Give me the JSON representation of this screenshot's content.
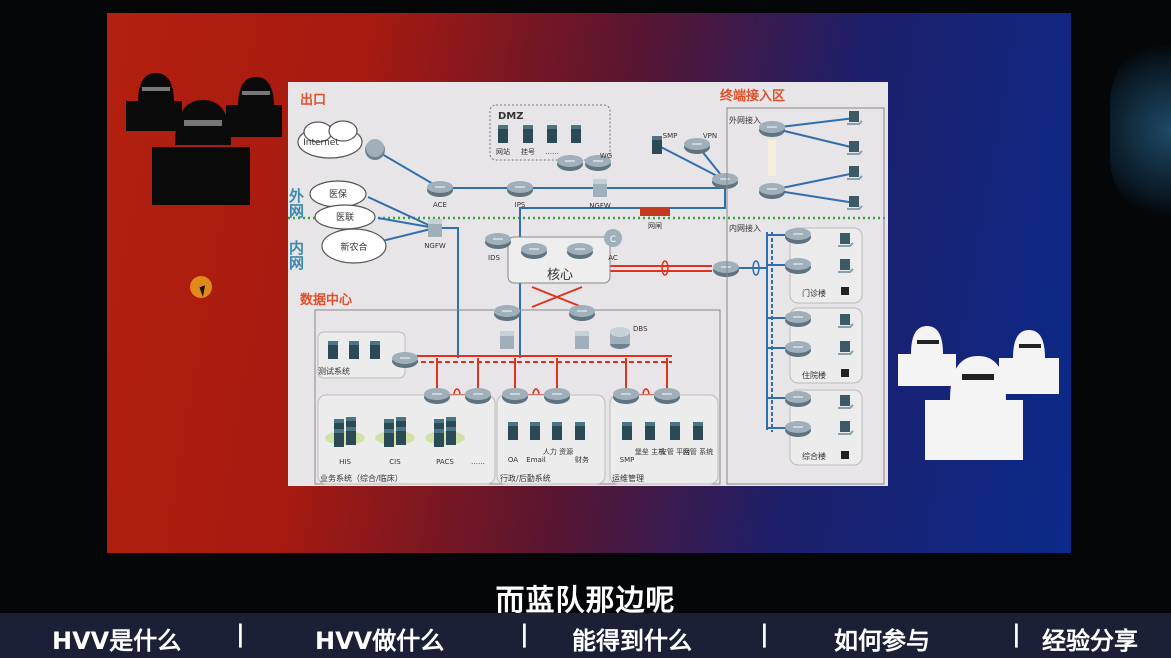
{
  "diagram": {
    "exit_label": "出口",
    "outer_net": "外网",
    "inner_net": "内网",
    "datacenter_label": "数据中心",
    "terminal_zone": "终端接入区",
    "internet": "Internet",
    "clouds": [
      "医保",
      "医联",
      "新农合"
    ],
    "dmz": {
      "title": "DMZ",
      "items": [
        "网站",
        "挂号",
        "……"
      ]
    },
    "devices": {
      "ace": "ACE",
      "ips": "IPS",
      "ngfw": "NGFW",
      "ngfw_inner": "NGFW",
      "wg": "WG",
      "smp": "SMP",
      "vpn": "VPN",
      "gatekeeper": "网闸",
      "ids": "IDS",
      "ac": "AC",
      "core": "核心",
      "dbs": "DBS"
    },
    "outer_access": "外网接入",
    "inner_access": "内网接入",
    "buildings": [
      "门诊楼",
      "住院楼",
      "综合楼"
    ],
    "test_system": "测试系统",
    "business": {
      "title": "业务系统（综合/临床）",
      "items": [
        "HIS",
        "CIS",
        "PACS",
        "……"
      ]
    },
    "admin": {
      "title": "行政/后勤系统",
      "items": [
        "OA",
        "Email",
        "人力\n资源",
        "财务"
      ]
    },
    "ops": {
      "title": "运维管理",
      "items": [
        "SMP",
        "堡垒\n主机",
        "安管\n平台",
        "网管\n系统"
      ]
    }
  },
  "subtitle": "而蓝队那边呢",
  "nav": {
    "items": [
      "HVV是什么",
      "HVV做什么",
      "能得到什么",
      "如何参与",
      "经验分享"
    ],
    "separator": "|"
  },
  "colors": {
    "red_team": "#b3200f",
    "blue_team": "#0b2a8a",
    "link_blue": "#2f6fae",
    "link_red": "#e0321e",
    "green_divider": "#3aa040"
  }
}
